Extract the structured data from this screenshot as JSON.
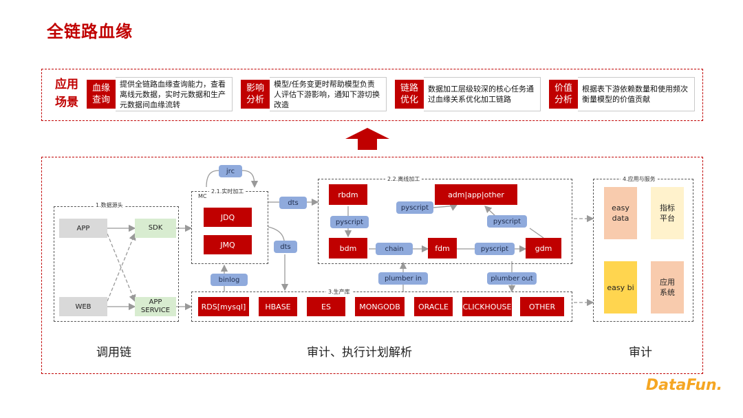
{
  "title": "全链路血缘",
  "scene": {
    "label": "应用场景",
    "items": [
      {
        "tag": "血缘查询",
        "desc": "提供全链路血缘查询能力，查看离线元数据，实时元数据和生产元数据间血缘流转"
      },
      {
        "tag": "影响分析",
        "desc": "模型/任务变更时帮助模型负责人评估下游影响，通知下游切换改造"
      },
      {
        "tag": "链路优化",
        "desc": "数据加工层级较深的核心任务通过血缘关系优化加工链路"
      },
      {
        "tag": "价值分析",
        "desc": "根据表下游依赖数量和使用频次衡量模型的价值贡献"
      }
    ]
  },
  "groups": {
    "source": "1.数据源头",
    "realtime": "2.1.实时加工",
    "realtime_mc": "MC",
    "offline": "2.2.离线加工",
    "prod": "3.生产库",
    "service": "4.应用与服务"
  },
  "source": {
    "app": "APP",
    "web": "WEB",
    "sdk": "SDK",
    "app_service": "APP SERVICE"
  },
  "realtime": {
    "jdq": "JDQ",
    "jmq": "JMQ",
    "jrc": "jrc"
  },
  "offline": {
    "rbdm": "rbdm",
    "bdm": "bdm",
    "fdm": "fdm",
    "gdm": "gdm",
    "adm": "adm|app|other"
  },
  "connectors": {
    "dts_top": "dts",
    "dts_mid": "dts",
    "binlog": "binlog",
    "pyscript_rb": "pyscript",
    "pyscript_adm": "pyscript",
    "pyscript_fg": "pyscript",
    "pyscript_ga": "pyscript",
    "chain": "chain",
    "plumber_in": "plumber in",
    "plumber_out": "plumber out"
  },
  "prod": [
    "RDS[mysql]",
    "HBASE",
    "ES",
    "MONGODB",
    "ORACLE",
    "CLICKHOUSE",
    "OTHER"
  ],
  "services": {
    "easy_data": "easy data",
    "metrics": "指标平台",
    "easy_bi": "easy bi",
    "app_system": "应用系统"
  },
  "bottom": {
    "left": "调用链",
    "center": "审计、执行计划解析",
    "right": "审计"
  },
  "logo": "DataFun.",
  "colors": {
    "accent": "#c00000",
    "connector": "#8faadc",
    "source": "#d9d9d9",
    "sdk": "#d8ecd0"
  }
}
